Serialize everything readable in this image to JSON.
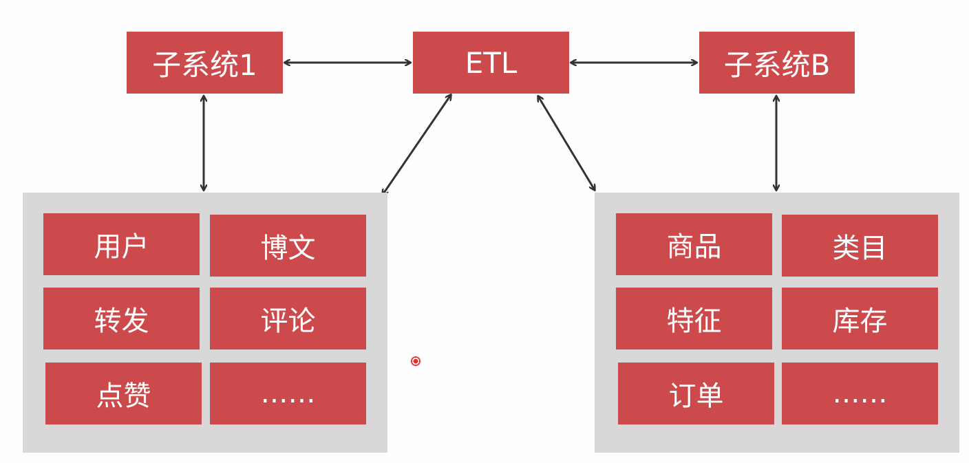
{
  "top_nodes": {
    "subsystem_1": "子系统1",
    "etl": "ETL",
    "subsystem_b": "子系统B"
  },
  "left_panel": {
    "cells": [
      "用户",
      "博文",
      "转发",
      "评论",
      "点赞",
      "……"
    ]
  },
  "right_panel": {
    "cells": [
      "商品",
      "类目",
      "特征",
      "库存",
      "订单",
      "……"
    ]
  },
  "colors": {
    "node_fill": "#cd4a4c",
    "node_text": "#ffffff",
    "panel_bg": "#d8d8d8",
    "arrow": "#333333"
  }
}
